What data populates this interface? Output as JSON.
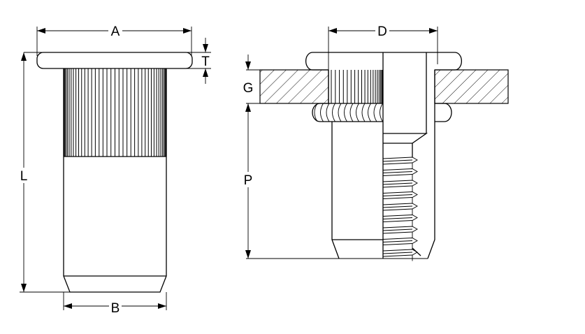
{
  "diagram": {
    "labels": {
      "A": "A",
      "T": "T",
      "L": "L",
      "B": "B",
      "D": "D",
      "G": "G",
      "P": "P"
    },
    "colors": {
      "line": "#000000",
      "background": "#ffffff"
    }
  }
}
